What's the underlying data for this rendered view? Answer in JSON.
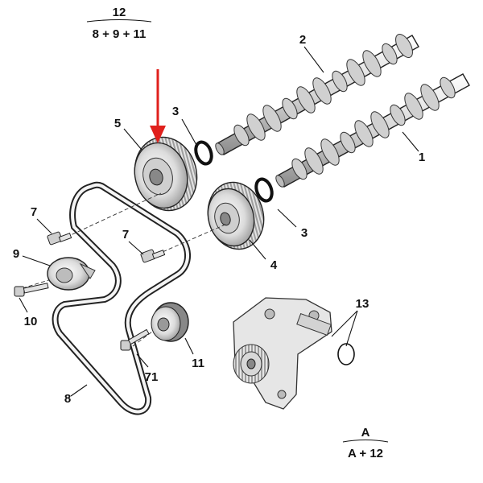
{
  "legend_top": {
    "numerator": "12",
    "denominator": "8 + 9 + 11"
  },
  "legend_bottom": {
    "numerator": "A",
    "denominator": "A + 12"
  },
  "callouts": {
    "c1": "1",
    "c2": "2",
    "c3a": "3",
    "c3b": "3",
    "c4": "4",
    "c5": "5",
    "c7a": "7",
    "c7b": "7",
    "c8": "8",
    "c9": "9",
    "c10": "10",
    "c11": "11",
    "c13": "13",
    "c71": "71"
  },
  "colors": {
    "arrow": "#e0201c",
    "metal_light": "#eeeeee",
    "metal_mid": "#c8c8c8",
    "metal_dark": "#7a7a7a",
    "outline": "#222222"
  }
}
